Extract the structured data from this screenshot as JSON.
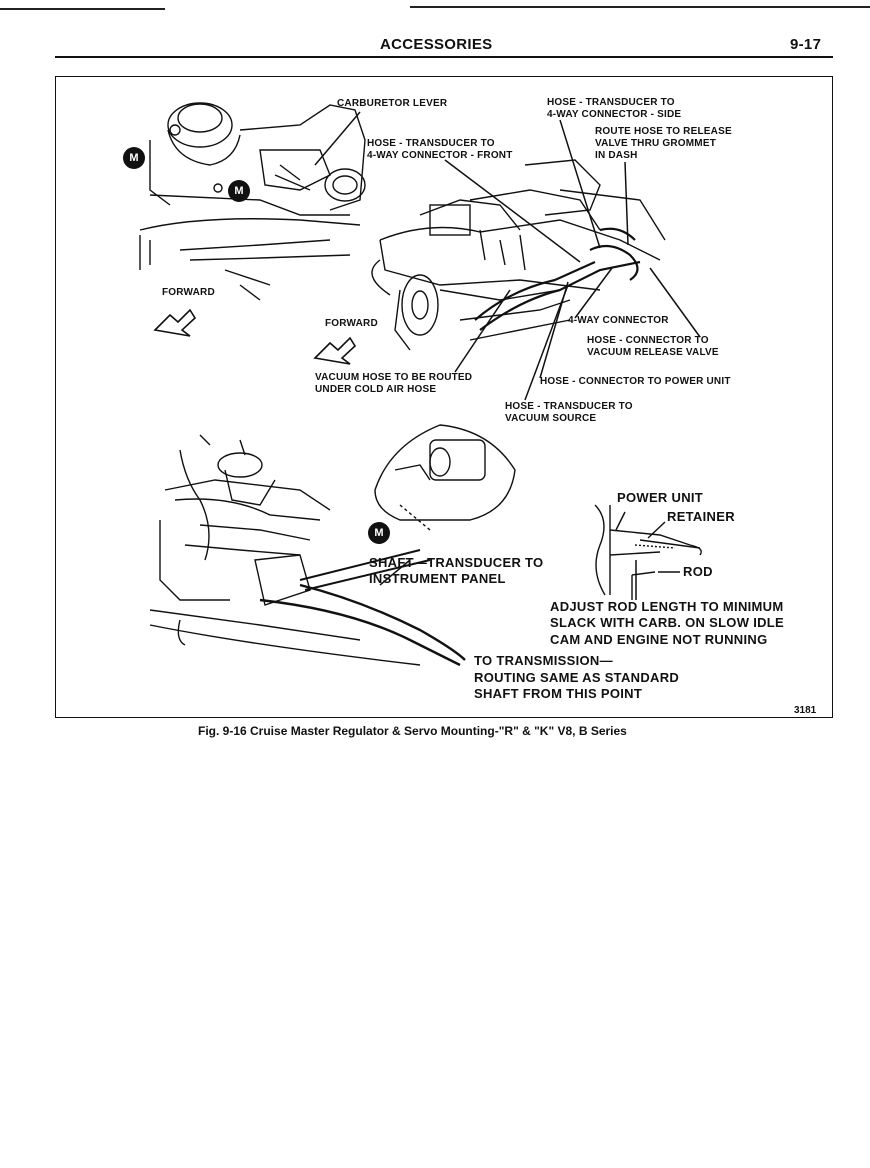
{
  "header": {
    "section_title": "ACCESSORIES",
    "page_number": "9-17"
  },
  "figure": {
    "caption": "Fig. 9-16 Cruise Master Regulator & Servo Mounting-\"R\" & \"K\" V8, B Series",
    "figure_code": "3181",
    "labels": {
      "carburetor_lever": "CARBURETOR LEVER",
      "hose_transducer_side_1": "HOSE - TRANSDUCER TO",
      "hose_transducer_side_2": "4-WAY CONNECTOR - SIDE",
      "route_hose_1": "ROUTE HOSE TO RELEASE",
      "route_hose_2": "VALVE THRU GROMMET",
      "route_hose_3": "IN DASH",
      "hose_transducer_front_1": "HOSE - TRANSDUCER TO",
      "hose_transducer_front_2": "4-WAY CONNECTOR - FRONT",
      "forward_left": "FORWARD",
      "forward_center": "FORWARD",
      "four_way_connector": "4-WAY CONNECTOR",
      "hose_connector_release_1": "HOSE - CONNECTOR TO",
      "hose_connector_release_2": "VACUUM RELEASE VALVE",
      "vacuum_hose_1": "VACUUM HOSE TO BE ROUTED",
      "vacuum_hose_2": "UNDER COLD AIR HOSE",
      "hose_connector_power": "HOSE - CONNECTOR TO POWER UNIT",
      "hose_transducer_vacuum_1": "HOSE - TRANSDUCER TO",
      "hose_transducer_vacuum_2": "VACUUM SOURCE",
      "power_unit": "POWER UNIT",
      "retainer": "RETAINER",
      "rod": "ROD",
      "shaft_transducer_1": "SHAFT—TRANSDUCER TO",
      "shaft_transducer_2": "INSTRUMENT PANEL",
      "adjust_rod_1": "ADJUST ROD LENGTH TO MINIMUM",
      "adjust_rod_2": "SLACK WITH CARB. ON SLOW IDLE",
      "adjust_rod_3": "CAM AND ENGINE NOT RUNNING",
      "to_transmission_1": "TO TRANSMISSION—",
      "to_transmission_2": "ROUTING SAME AS STANDARD",
      "to_transmission_3": "SHAFT FROM THIS POINT",
      "m_marker": "M"
    }
  }
}
